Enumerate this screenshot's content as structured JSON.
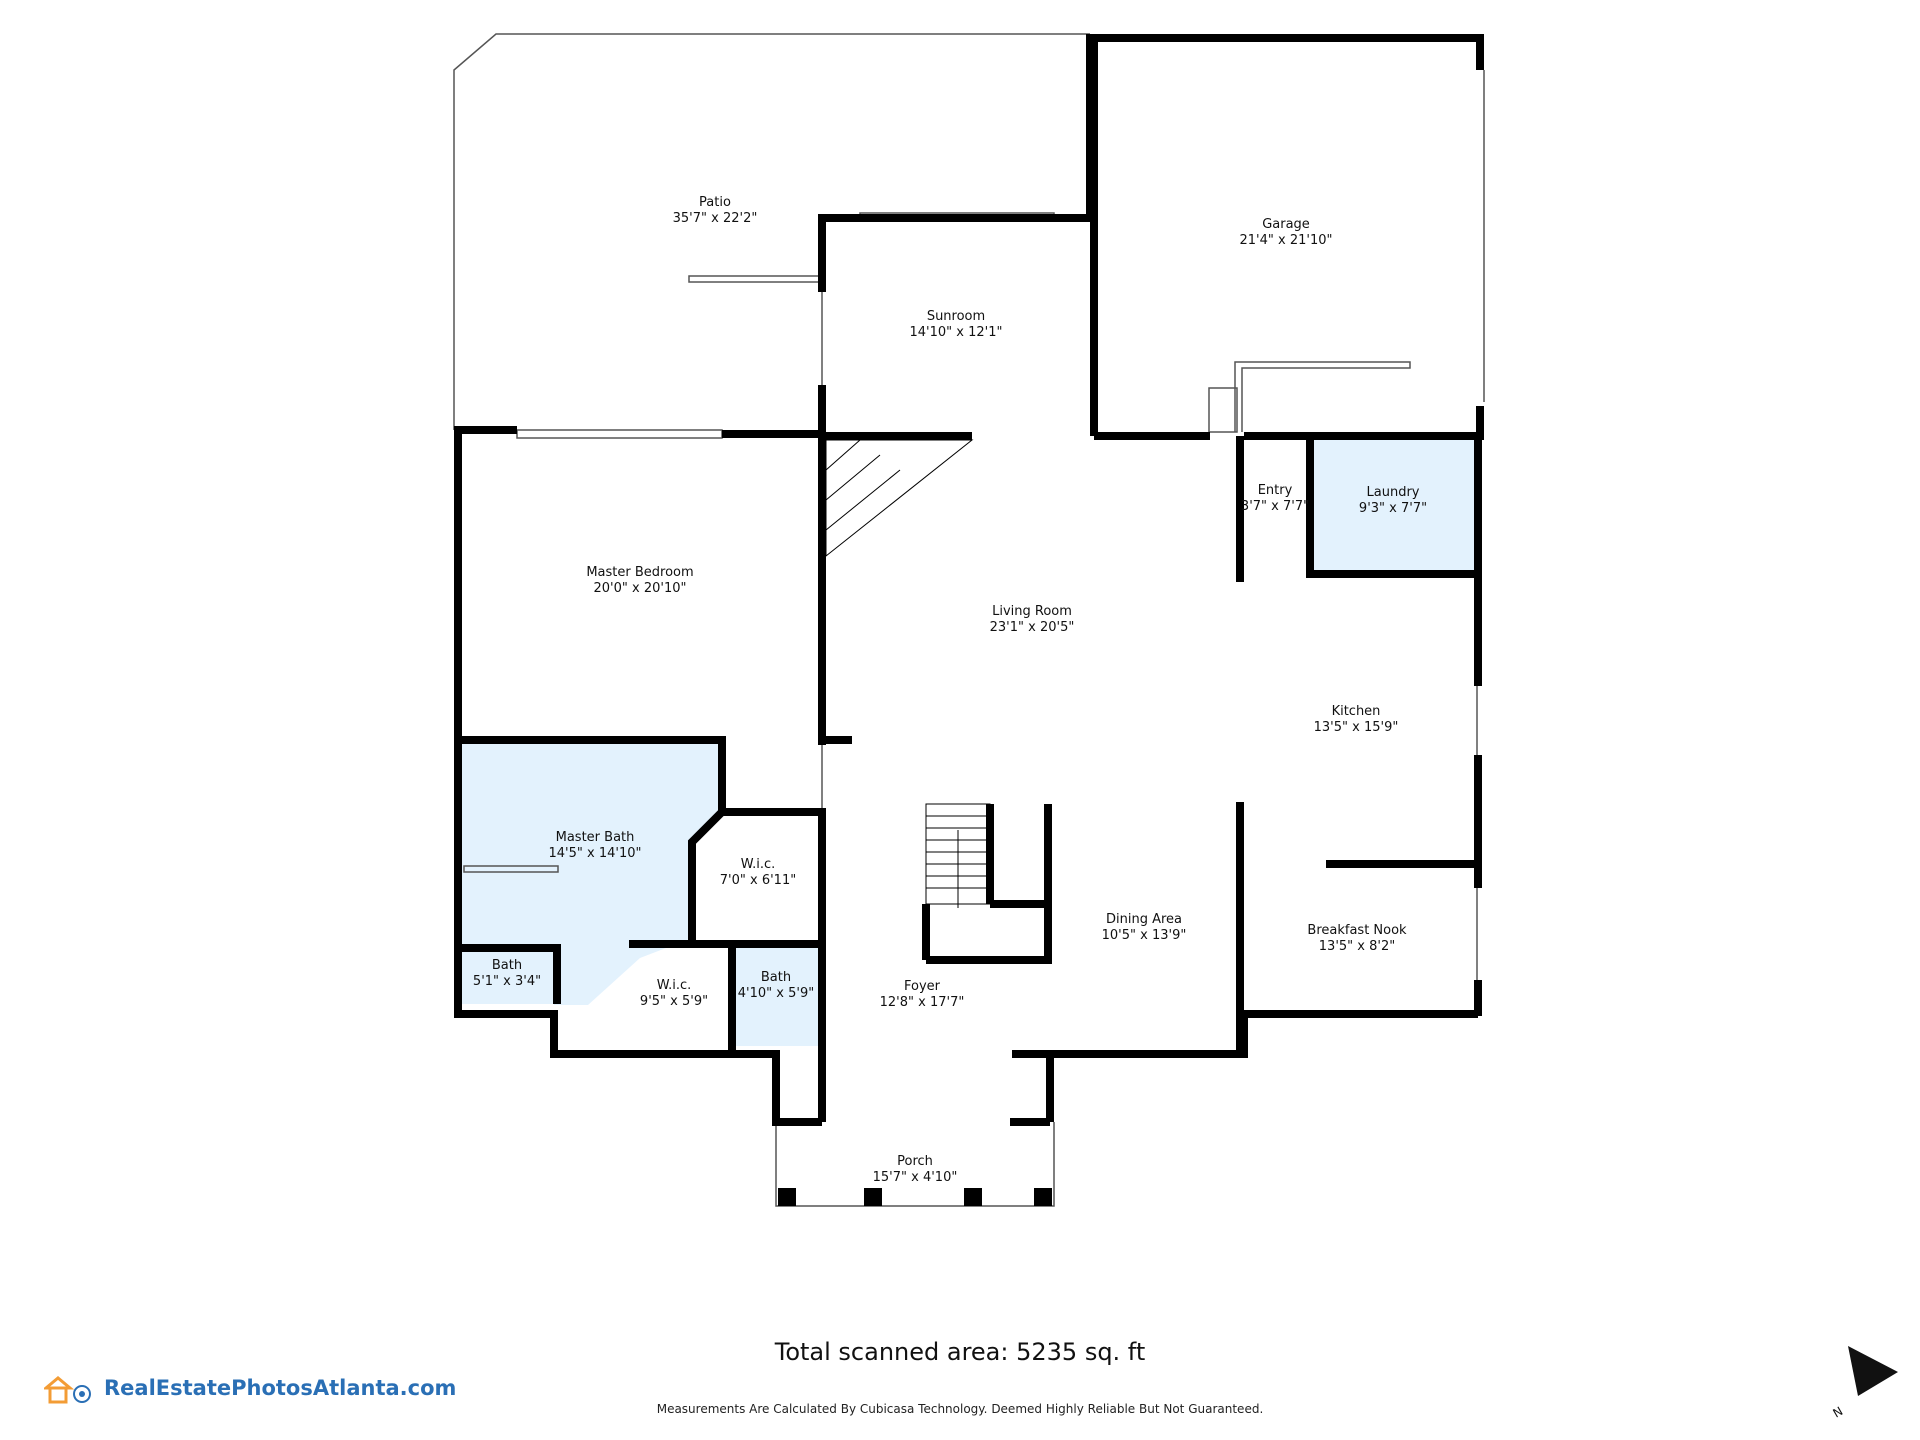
{
  "plan": {
    "rooms": [
      {
        "id": "patio",
        "name": "Patio",
        "dims": "35'7\" x 22'2\""
      },
      {
        "id": "garage",
        "name": "Garage",
        "dims": "21'4\" x 21'10\""
      },
      {
        "id": "sunroom",
        "name": "Sunroom",
        "dims": "14'10\" x 12'1\""
      },
      {
        "id": "master-bedroom",
        "name": "Master Bedroom",
        "dims": "20'0\" x 20'10\""
      },
      {
        "id": "living-room",
        "name": "Living Room",
        "dims": "23'1\" x 20'5\""
      },
      {
        "id": "entry",
        "name": "Entry",
        "dims": "3'7\" x 7'7\""
      },
      {
        "id": "laundry",
        "name": "Laundry",
        "dims": "9'3\" x 7'7\""
      },
      {
        "id": "kitchen",
        "name": "Kitchen",
        "dims": "13'5\" x 15'9\""
      },
      {
        "id": "master-bath",
        "name": "Master Bath",
        "dims": "14'5\" x 14'10\""
      },
      {
        "id": "wic-1",
        "name": "W.i.c.",
        "dims": "7'0\" x 6'11\""
      },
      {
        "id": "dining-area",
        "name": "Dining Area",
        "dims": "10'5\" x 13'9\""
      },
      {
        "id": "breakfast-nook",
        "name": "Breakfast Nook",
        "dims": "13'5\" x 8'2\""
      },
      {
        "id": "bath-1",
        "name": "Bath",
        "dims": "5'1\" x 3'4\""
      },
      {
        "id": "wic-2",
        "name": "W.i.c.",
        "dims": "9'5\" x 5'9\""
      },
      {
        "id": "bath-2",
        "name": "Bath",
        "dims": "4'10\" x 5'9\""
      },
      {
        "id": "foyer",
        "name": "Foyer",
        "dims": "12'8\" x 17'7\""
      },
      {
        "id": "porch",
        "name": "Porch",
        "dims": "15'7\" x 4'10\""
      }
    ],
    "colors": {
      "wall": "#000000",
      "wet_room_fill": "#e3f2fd",
      "thin_line": "#555555",
      "brand": "#2a6fb5",
      "brand_orange": "#f39c35"
    }
  },
  "footer": {
    "total_area": "Total scanned area: 5235 sq. ft",
    "brand": "RealEstatePhotosAtlanta.com",
    "disclaimer": "Measurements Are Calculated By Cubicasa Technology. Deemed Highly Reliable But Not Guaranteed.",
    "compass_label": "N"
  }
}
